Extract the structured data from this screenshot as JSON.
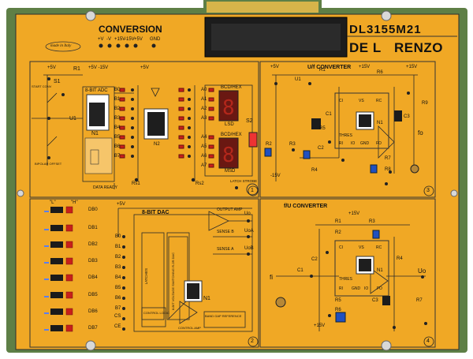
{
  "header": {
    "title": "CONVERSION",
    "model": "DL3155M21",
    "brand_left": "DE L",
    "brand_right": "RENZO",
    "made_in": "made in Italy",
    "supply_labels": [
      "+V",
      "-V",
      "+15V",
      "-15V",
      "+5V",
      "GND"
    ]
  },
  "sections": {
    "adc": {
      "label": "8-BIT ADC",
      "number": "1",
      "supply_1": "+5V",
      "supply_2": "+5V -15V",
      "input_label": "+5V",
      "start": "START CONV",
      "bipolar": "BIPOLAR OFFSET",
      "data_ready": "DATA READY",
      "pins_b": [
        "B0",
        "B1",
        "B2",
        "B3",
        "B4",
        "B5",
        "B6",
        "B7"
      ],
      "pins_a": [
        "A0",
        "A1",
        "A2",
        "A3",
        "A4",
        "A5",
        "A6",
        "A7"
      ],
      "bcd_1": "BCD/HEX",
      "bcd_2": "BCD/HEX",
      "lsd": "LSD",
      "msd": "MSD",
      "latch": "LATCH STROBE",
      "chip": "N2",
      "res_1": "Rs1",
      "res_2": "Rs2",
      "s1": "S1",
      "s2": "S2",
      "r1": "R1",
      "u1": "U1",
      "n1": "N1"
    },
    "uf": {
      "label": "U/f CONVERTER",
      "number": "3",
      "supply_1": "+5V",
      "supply_2": "+15V",
      "supply_3": "+15V",
      "supply_4": "-15V",
      "fo": "fo",
      "parts": [
        "R1",
        "R2",
        "R3",
        "R4",
        "R5",
        "R6",
        "R7",
        "R8",
        "R9",
        "C1",
        "C2",
        "C3",
        "N1",
        "U1",
        "THRES",
        "IO",
        "GND",
        "FO",
        "CI",
        "VS",
        "RC",
        "RI"
      ]
    },
    "dac": {
      "label": "8-BIT DAC",
      "number": "2",
      "supply": "+5V",
      "outputs": [
        "OUTPUT AMP",
        "SENSE B",
        "SENSE A"
      ],
      "out_labels": [
        "Uo",
        "UoA",
        "UoB"
      ],
      "blocks": [
        "LATCHES",
        "8-BIT VOLTAGE SWITCHING R-2R DAC",
        "CONTROL LOGIC",
        "CONTROL AMP",
        "BAND GAP REFERENCE"
      ],
      "bits_d": [
        "DB0",
        "DB1",
        "DB2",
        "DB3",
        "DB4",
        "DB5",
        "DB6",
        "DB7"
      ],
      "bits_b": [
        "B0",
        "B1",
        "B2",
        "B3",
        "B4",
        "B5",
        "B6",
        "B7"
      ],
      "levels": [
        "\"L\"",
        "\"H\""
      ],
      "n1": "N1",
      "cs": "CS",
      "ce": "CE"
    },
    "fu": {
      "label": "f/U CONVERTER",
      "number": "4",
      "supply_1": "+15V",
      "supply_2": "+15V",
      "fi": "fi",
      "uo": "Uo",
      "parts": [
        "R1",
        "R2",
        "R3",
        "R4",
        "R5",
        "R6",
        "R7",
        "C1",
        "C2",
        "C3",
        "N1",
        "THRES",
        "RI",
        "GND",
        "FO",
        "CI",
        "VS",
        "RC",
        "IO"
      ]
    }
  },
  "colors": {
    "pcb_green": "#5e7f46",
    "panel": "#f0a825",
    "line": "#2a2a2a",
    "led_red": "#c8201a"
  },
  "icons": [
    "ic-chip",
    "seven-segment-display",
    "led",
    "potentiometer",
    "jack-socket",
    "switch"
  ]
}
